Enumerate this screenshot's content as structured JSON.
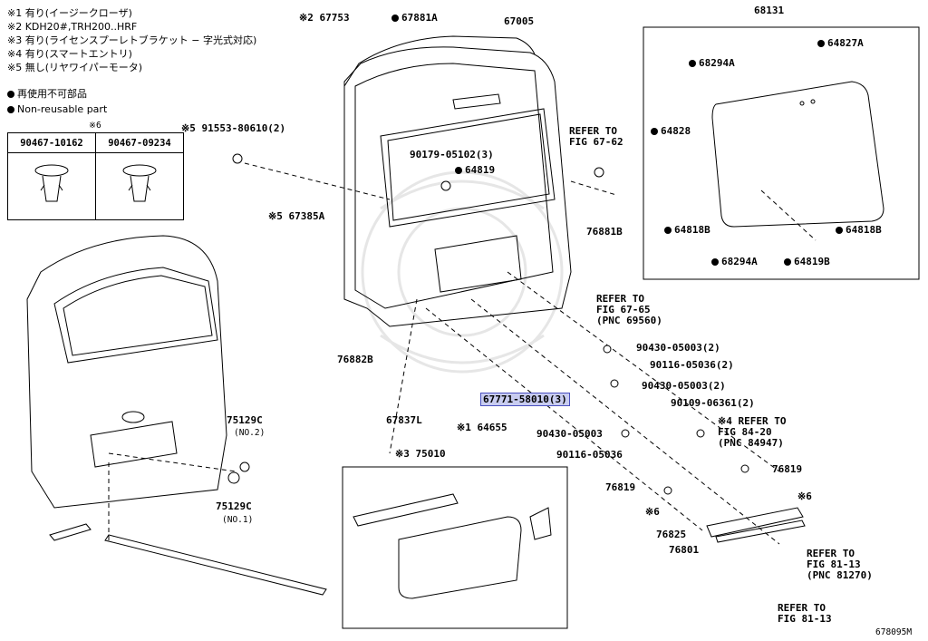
{
  "notes": [
    "※1 有り(イージークローザ)",
    "※2 KDH20#,TRH200..HRF",
    "※3 有り(ライセンスプーレトブラケット − 字光式対応)",
    "※4 有り(スマートエントリ)",
    "※5 無し(リヤワイパーモータ)"
  ],
  "legend": {
    "jp": "再使用不可部品",
    "en": "Non-reusable part"
  },
  "clip_table": {
    "note": "※6",
    "col1": "90467-10162",
    "col2": "90467-09234"
  },
  "labels": {
    "p67753": "※2 67753",
    "p67881a": "67881A",
    "p67005": "67005",
    "p68131": "68131",
    "p64827a": "64827A",
    "p68294a_top": "68294A",
    "p64828": "64828",
    "p64818b_l": "64818B",
    "p64818b_r": "64818B",
    "p68294a_bot": "68294A",
    "p64819b": "64819B",
    "p91553": "※5 91553-80610(2)",
    "p67385a": "※5 67385A",
    "p90179": "90179-05102(3)",
    "p64819": "64819",
    "refer6762": "REFER TO\nFIG 67-62",
    "p76881b": "76881B",
    "refer6765": "REFER TO\nFIG 67-65\n(PNC 69560)",
    "p76882b": "76882B",
    "p90430a": "90430-05003(2)",
    "p90116a": "90116-05036(2)",
    "p90430b": "90430-05003(2)",
    "p90109": "90109-06361(2)",
    "p67771": "67771-58010(3)",
    "p64655": "※1 64655",
    "p67837l": "67837L",
    "p75129c_2": "75129C",
    "no2": "(NO.2)",
    "p75129c_1": "75129C",
    "no1": "(NO.1)",
    "refer8420": "※4 REFER TO\nFIG 84-20\n(PNC 84947)",
    "p90430c": "90430-05003",
    "p90116c": "90116-05036",
    "p76819_r": "76819",
    "p76819_l": "76819",
    "s6a": "※6",
    "s6b": "※6",
    "p75010": "※3 75010",
    "p76825": "76825",
    "p76801": "76801",
    "refer8113a": "REFER TO\nFIG 81-13\n(PNC 81270)",
    "refer8113b": "REFER TO\nFIG 81-13",
    "diagram_id": "678095M"
  }
}
